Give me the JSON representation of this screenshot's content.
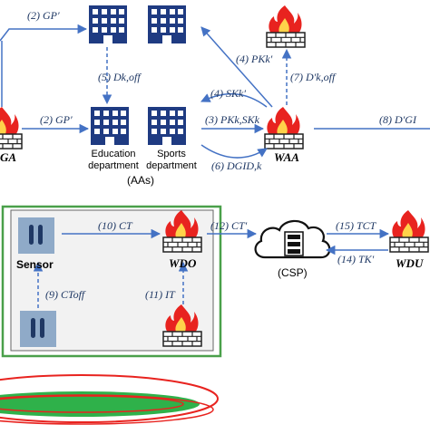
{
  "colors": {
    "arrow": "#4472c4",
    "building": "#1f3b82",
    "fire": "#e8231f",
    "brick": "#222222",
    "sensor": "#8faac8",
    "frame": "#f0f0f0",
    "green_border": "#4aa04a",
    "cloud": "#111111"
  },
  "icons": [
    "building-icon",
    "firewall-icon",
    "sensor-icon",
    "cloud-server-icon"
  ],
  "labels": {
    "l2_top": "(2) GP′",
    "l5": "(5) Dk,off",
    "l4_pk": "(4) PKk′",
    "l7": "(7) D′k,off",
    "l4_sk": "(4) SKk′",
    "l2_mid": "(2) GP′",
    "l3": "(3) PKk,SKk",
    "l6": "(6) DGID,k",
    "l8": "(8) D′GI",
    "ga": "GA",
    "waa": "WAA",
    "edu": "Education department",
    "sports": "Sports department",
    "aas": "(AAs)",
    "l10": "(10) CT",
    "l12": "(12) CT′",
    "l15": "(15) TCT",
    "l14": "(14) TK′",
    "sensor": "Sensor",
    "wdo": "WDO",
    "csp": "(CSP)",
    "wdu": "WDU",
    "l9": "(9) CToff",
    "l11": "(11) IT"
  }
}
